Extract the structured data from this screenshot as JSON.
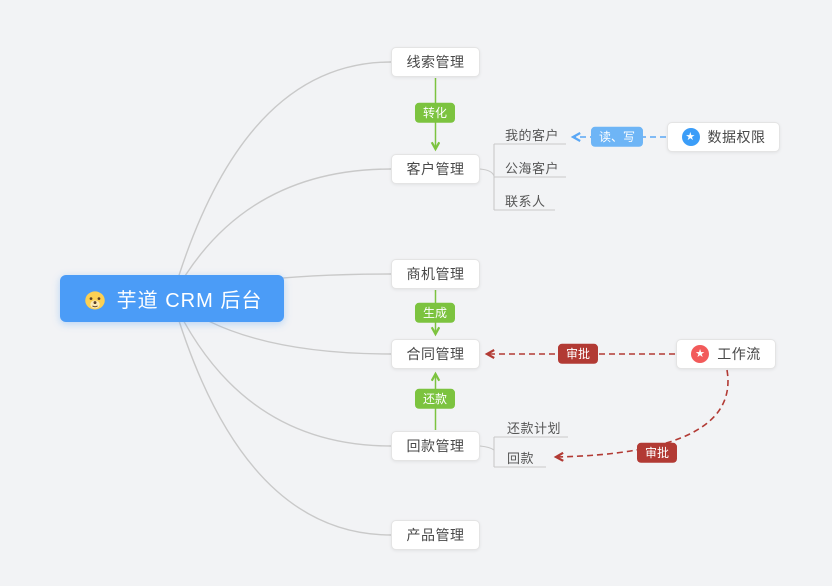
{
  "root": {
    "label": "芋道 CRM 后台"
  },
  "nodes": {
    "clue": {
      "label": "线索管理"
    },
    "customer": {
      "label": "客户管理",
      "children": [
        "我的客户",
        "公海客户",
        "联系人"
      ]
    },
    "business": {
      "label": "商机管理"
    },
    "contract": {
      "label": "合同管理"
    },
    "receivable": {
      "label": "回款管理",
      "children": [
        "还款计划",
        "回款"
      ]
    },
    "product": {
      "label": "产品管理"
    },
    "data_permission": {
      "label": "数据权限"
    },
    "workflow": {
      "label": "工作流"
    }
  },
  "badges": {
    "transform": "转化",
    "generate": "生成",
    "repay": "还款",
    "read_write": "读、写",
    "approve_contract": "审批",
    "approve_receivable": "审批"
  },
  "icons": {
    "star": "★"
  },
  "colors": {
    "root_bg": "#4b9cf7",
    "green": "#7cc33f",
    "red": "#b23a34",
    "blue_badge": "#6eb5f6",
    "blue_line": "#5aa7f5",
    "gray_line": "#c9c9c9",
    "background": "#f2f3f5"
  }
}
